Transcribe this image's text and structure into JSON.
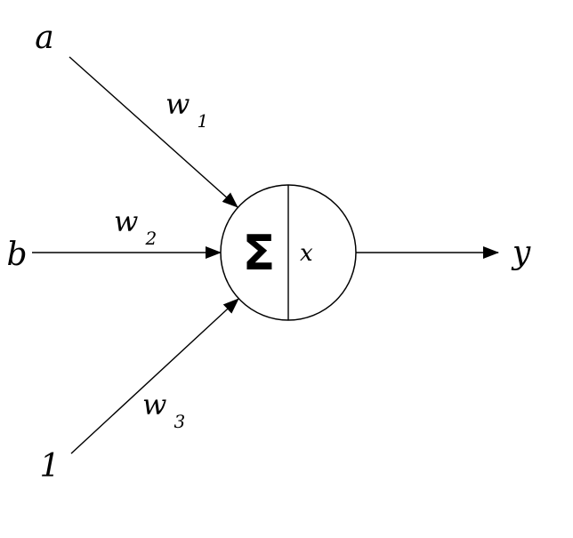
{
  "diagram": {
    "background_color": "#ffffff",
    "stroke_color": "#000000",
    "inputs": [
      {
        "label": "a",
        "weight_base": "w",
        "weight_sub": "1"
      },
      {
        "label": "b",
        "weight_base": "w",
        "weight_sub": "2"
      },
      {
        "label": "1",
        "weight_base": "w",
        "weight_sub": "3"
      }
    ],
    "node": {
      "sum_symbol": "Σ",
      "inner_label": "x"
    },
    "output": {
      "label": "y"
    }
  }
}
